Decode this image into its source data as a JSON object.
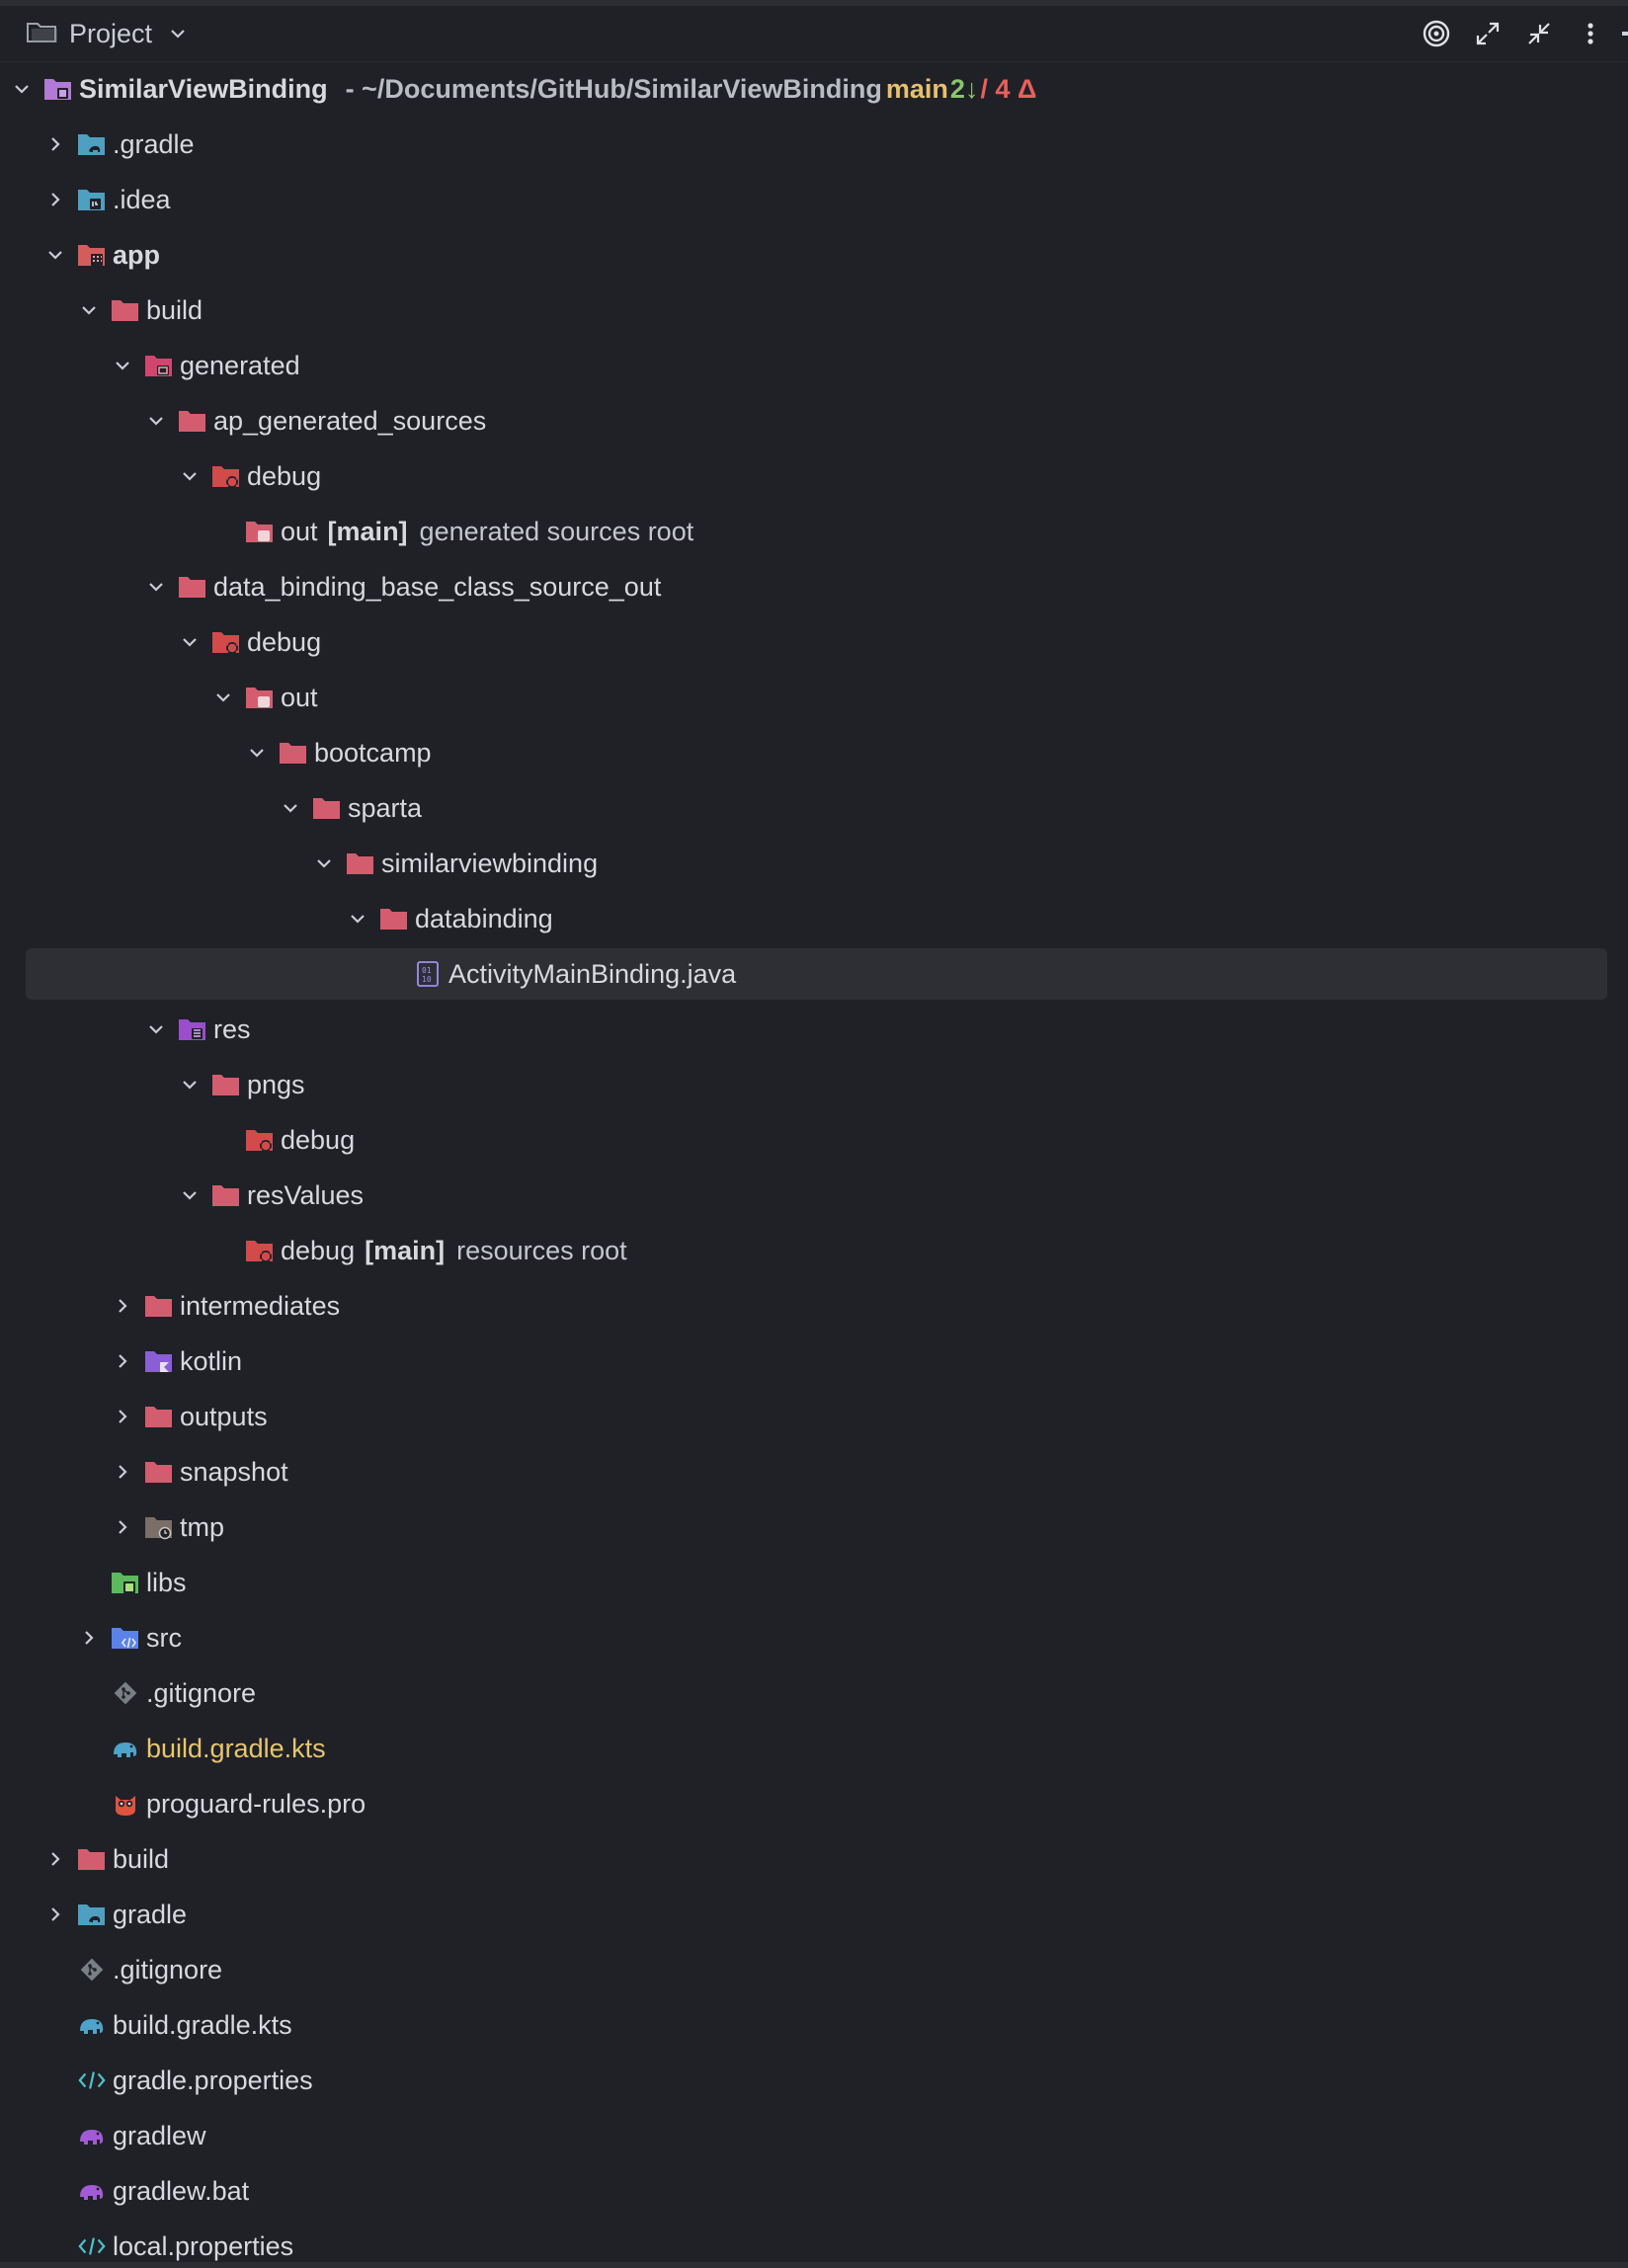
{
  "header": {
    "title": "Project",
    "title_icon": "folder-icon",
    "actions": [
      "target-icon",
      "expand-icon",
      "collapse-icon",
      "more-icon"
    ]
  },
  "colors": {
    "background": "#1f2127",
    "text": "#d7d9de",
    "modified": "#e8c56c",
    "branch": "#e6c06f",
    "incoming": "#8cc46a",
    "outgoing": "#e8605c",
    "excluded_folder": "#d35d6e",
    "module_folder": "#b07ad6",
    "source_folder": "#5b82e8"
  },
  "root": {
    "name": "SimilarViewBinding",
    "path": "- ~/Documents/GitHub/SimilarViewBinding",
    "branch": "main",
    "incoming": "2↓",
    "outgoing": "/ 4 Δ"
  },
  "tree": [
    {
      "label": "SimilarViewBinding",
      "depth": 0,
      "arrow": "down",
      "icon": "module-folder-icon",
      "bold": true,
      "root": true
    },
    {
      "label": ".gradle",
      "depth": 1,
      "arrow": "right",
      "icon": "gradle-folder-icon"
    },
    {
      "label": ".idea",
      "depth": 1,
      "arrow": "right",
      "icon": "idea-folder-icon"
    },
    {
      "label": "app",
      "depth": 1,
      "arrow": "down",
      "icon": "app-module-icon",
      "bold": true
    },
    {
      "label": "build",
      "depth": 2,
      "arrow": "down",
      "icon": "excluded-folder-icon"
    },
    {
      "label": "generated",
      "depth": 3,
      "arrow": "down",
      "icon": "generated-folder-icon"
    },
    {
      "label": "ap_generated_sources",
      "depth": 4,
      "arrow": "down",
      "icon": "excluded-folder-icon"
    },
    {
      "label": "debug",
      "depth": 5,
      "arrow": "down",
      "icon": "debug-folder-icon"
    },
    {
      "label": "out",
      "depth": 6,
      "arrow": "none",
      "icon": "generated-root-icon",
      "tag": "[main]",
      "hint": "generated sources root"
    },
    {
      "label": "data_binding_base_class_source_out",
      "depth": 4,
      "arrow": "down",
      "icon": "excluded-folder-icon"
    },
    {
      "label": "debug",
      "depth": 5,
      "arrow": "down",
      "icon": "debug-folder-icon"
    },
    {
      "label": "out",
      "depth": 6,
      "arrow": "down",
      "icon": "generated-root-icon"
    },
    {
      "label": "bootcamp",
      "depth": 7,
      "arrow": "down",
      "icon": "excluded-folder-icon"
    },
    {
      "label": "sparta",
      "depth": 8,
      "arrow": "down",
      "icon": "excluded-folder-icon"
    },
    {
      "label": "similarviewbinding",
      "depth": 9,
      "arrow": "down",
      "icon": "excluded-folder-icon"
    },
    {
      "label": "databinding",
      "depth": 10,
      "arrow": "down",
      "icon": "excluded-folder-icon"
    },
    {
      "label": "ActivityMainBinding.java",
      "depth": 11,
      "arrow": "none",
      "icon": "java-class-file-icon",
      "selected": true
    },
    {
      "label": "res",
      "depth": 4,
      "arrow": "down",
      "icon": "resources-folder-icon"
    },
    {
      "label": "pngs",
      "depth": 5,
      "arrow": "down",
      "icon": "excluded-folder-icon"
    },
    {
      "label": "debug",
      "depth": 6,
      "arrow": "none",
      "icon": "debug-folder-icon"
    },
    {
      "label": "resValues",
      "depth": 5,
      "arrow": "down",
      "icon": "excluded-folder-icon"
    },
    {
      "label": "debug",
      "depth": 6,
      "arrow": "none",
      "icon": "debug-folder-icon",
      "tag": "[main]",
      "hint": "resources root"
    },
    {
      "label": "intermediates",
      "depth": 3,
      "arrow": "right",
      "icon": "excluded-folder-icon"
    },
    {
      "label": "kotlin",
      "depth": 3,
      "arrow": "right",
      "icon": "kotlin-folder-icon"
    },
    {
      "label": "outputs",
      "depth": 3,
      "arrow": "right",
      "icon": "excluded-folder-icon"
    },
    {
      "label": "snapshot",
      "depth": 3,
      "arrow": "right",
      "icon": "excluded-folder-icon"
    },
    {
      "label": "tmp",
      "depth": 3,
      "arrow": "right",
      "icon": "tmp-folder-icon"
    },
    {
      "label": "libs",
      "depth": 2,
      "arrow": "none",
      "icon": "libs-folder-icon"
    },
    {
      "label": "src",
      "depth": 2,
      "arrow": "right",
      "icon": "source-folder-icon"
    },
    {
      "label": ".gitignore",
      "depth": 2,
      "arrow": "none",
      "icon": "git-icon"
    },
    {
      "label": "build.gradle.kts",
      "depth": 2,
      "arrow": "none",
      "icon": "gradle-elephant-icon",
      "modified": true
    },
    {
      "label": "proguard-rules.pro",
      "depth": 2,
      "arrow": "none",
      "icon": "proguard-owl-icon"
    },
    {
      "label": "build",
      "depth": 1,
      "arrow": "right",
      "icon": "excluded-folder-icon"
    },
    {
      "label": "gradle",
      "depth": 1,
      "arrow": "right",
      "icon": "gradle-folder-icon"
    },
    {
      "label": ".gitignore",
      "depth": 1,
      "arrow": "none",
      "icon": "git-icon"
    },
    {
      "label": "build.gradle.kts",
      "depth": 1,
      "arrow": "none",
      "icon": "gradle-elephant-icon"
    },
    {
      "label": "gradle.properties",
      "depth": 1,
      "arrow": "none",
      "icon": "properties-icon"
    },
    {
      "label": "gradlew",
      "depth": 1,
      "arrow": "none",
      "icon": "gradlew-icon"
    },
    {
      "label": "gradlew.bat",
      "depth": 1,
      "arrow": "none",
      "icon": "gradlew-icon"
    },
    {
      "label": "local.properties",
      "depth": 1,
      "arrow": "none",
      "icon": "properties-icon"
    }
  ]
}
